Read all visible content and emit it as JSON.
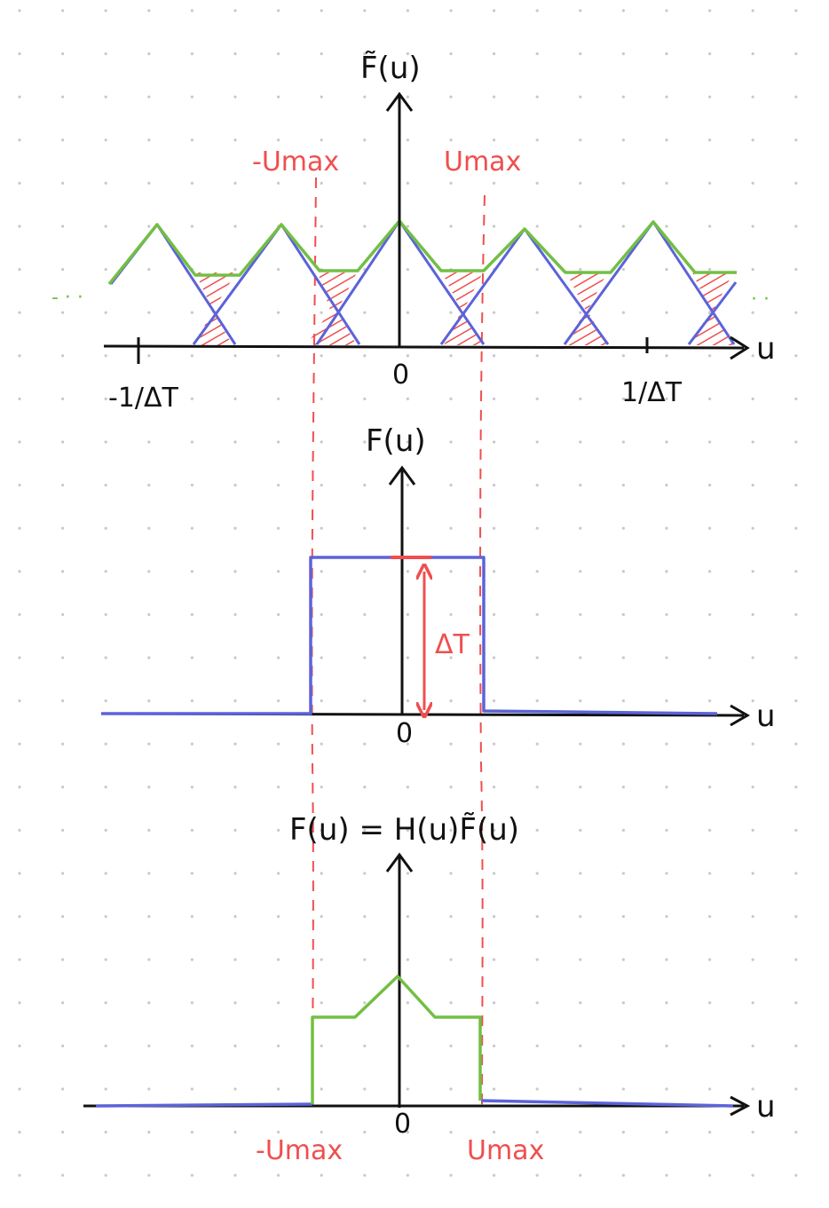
{
  "colors": {
    "background": "#ffffff",
    "grid_dots": "#c8c8c8",
    "axis": "#111111",
    "blue_spectrum": "#5c63d8",
    "green_sum": "#72bf44",
    "red_annotation": "#ef4f4f"
  },
  "top_panel": {
    "y_axis_label": "F̃(u)",
    "x_axis_label": "u",
    "origin_label": "0",
    "left_tick_label": "-1/ΔT",
    "right_tick_label": "1/ΔT",
    "neg_umax_label": "-Umax",
    "pos_umax_label": "Umax",
    "left_ellipsis": "- · ·",
    "right_ellipsis": "· ·"
  },
  "middle_panel": {
    "y_axis_label": "F(u)",
    "x_axis_label": "u",
    "origin_label": "0",
    "height_label": "ΔT"
  },
  "bottom_panel": {
    "y_axis_label": "F(u) = H(u)F̃(u)",
    "x_axis_label": "u",
    "origin_label": "0",
    "neg_umax_label": "-Umax",
    "pos_umax_label": "Umax"
  }
}
